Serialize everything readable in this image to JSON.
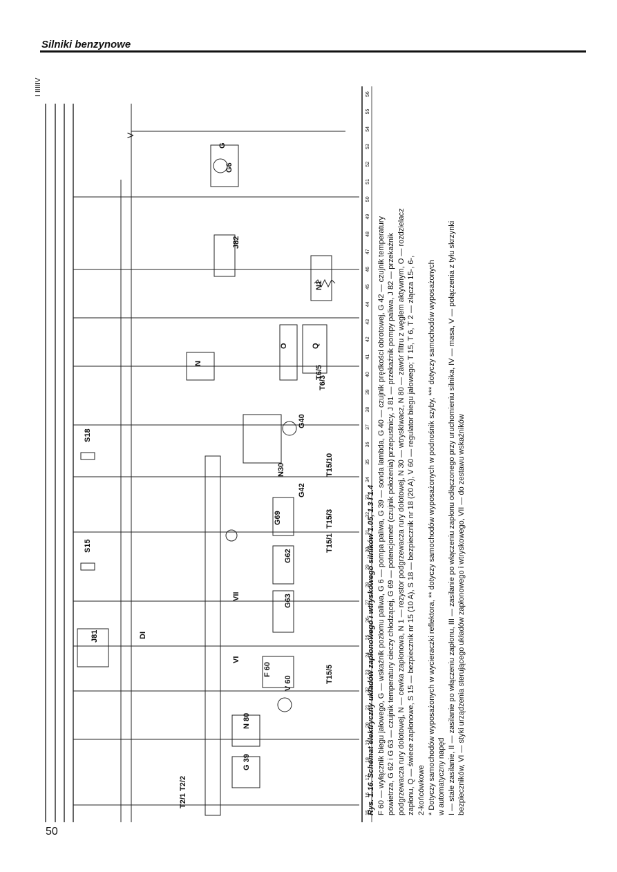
{
  "header": {
    "title": "Silniki benzynowe"
  },
  "page": {
    "number": "50"
  },
  "diagram": {
    "wire_labels": [
      "I",
      "II",
      "III",
      "IV"
    ],
    "mass_label": "V",
    "bottom_numbers": [
      "15",
      "16",
      "17",
      "18",
      "19",
      "20",
      "21",
      "22",
      "23",
      "24",
      "25",
      "26",
      "27",
      "28",
      "29",
      "30",
      "31",
      "32",
      "33",
      "34",
      "35",
      "36",
      "37",
      "38",
      "39",
      "40",
      "41",
      "42",
      "43",
      "44",
      "45",
      "46",
      "47",
      "48",
      "49",
      "50",
      "51",
      "52",
      "53",
      "54",
      "55",
      "56"
    ],
    "components": [
      {
        "key": "t2",
        "label": "T2/1 T2/2"
      },
      {
        "key": "g39",
        "label": "G 39"
      },
      {
        "key": "n80",
        "label": "N 80"
      },
      {
        "key": "j81",
        "label": "J81"
      },
      {
        "key": "di",
        "label": "DI"
      },
      {
        "key": "vi",
        "label": "VI"
      },
      {
        "key": "f60",
        "label": "F 60"
      },
      {
        "key": "v60",
        "label": "V 60"
      },
      {
        "key": "g63",
        "label": "G63"
      },
      {
        "key": "g62",
        "label": "G62"
      },
      {
        "key": "vii",
        "label": "VII"
      },
      {
        "key": "s15",
        "label": "S15"
      },
      {
        "key": "s18",
        "label": "S18"
      },
      {
        "key": "g69",
        "label": "G69"
      },
      {
        "key": "g42",
        "label": "G42"
      },
      {
        "key": "n30",
        "label": "N30"
      },
      {
        "key": "g40",
        "label": "G40"
      },
      {
        "key": "n",
        "label": "N"
      },
      {
        "key": "o",
        "label": "O"
      },
      {
        "key": "q",
        "label": "Q"
      },
      {
        "key": "j82",
        "label": "J82"
      },
      {
        "key": "n1",
        "label": "N1"
      },
      {
        "key": "g6",
        "label": "G6"
      },
      {
        "key": "g",
        "label": "G"
      },
      {
        "key": "t15_1",
        "label": "T15/1"
      },
      {
        "key": "t15_3",
        "label": "T15/3"
      },
      {
        "key": "t15_10",
        "label": "T15/10"
      },
      {
        "key": "t15_5",
        "label": "T15/5"
      },
      {
        "key": "t6_3",
        "label": "T6/3"
      },
      {
        "key": "t6_5",
        "label": "T6/5"
      }
    ]
  },
  "caption": {
    "title": "Rys. 1.16. Schemat elektryczny układów zapłonowego i wtryskowego silników 1.05, 1.3 i 1.4",
    "line1": "F 60 — wyłącznik biegu jałowego, G — wskaźnik poziomu paliwa, G 6 — pompa paliwa, G 39 — sonda lambda, G 40 — czujnik prędkości obrotowej, G 42 — czujnik temperatury",
    "line2": "powietrza, G 62 i G 63 — czujnik temperatury cieczy chłodzącej, G 69 — potencjometr (czujnik położenia) przepustnicy, J 81 — przekaźnik pompy paliwa, J 82 — przekaźnik",
    "line3": "podgrzewacza rury dolotowej, N — cewka zapłonowa, N 1 — rezystor podgrzewacza rury dolotowej, N 30 — wtryskiwacz, N 80 — zawór filtru z węglem aktywnym, O — rozdzielacz",
    "line4": "zapłonu, Q — świece zapłonowe, S 15 — bezpiecznik nr 15 (10 A), S 18 — bezpiecznik nr 18 (20 A), V 60 — regulator biegu jałowego; T 15, T 6, T 2 — złącza 15-, 6-,",
    "line5": "2-końcówkowe",
    "line6": "* Dotyczy samochodów wyposażonych w wycieraczki reflektora, ** dotyczy samochodów wyposażonych w podnośnik szyby, *** dotyczy samochodów wyposażonych",
    "line7": "w automatyczny napęd",
    "line8": "I — stałe zasilanie, II — zasilanie po włączeniu zapłonu, III — zasilanie po włączeniu zapłonu odłączonego przy uruchomieniu silnika, IV — masa, V — połączenia z tyłu skrzynki",
    "line9": "bezpieczników, VI — styki urządzenia sterującego układów zapłonowego i wtryskowego, VII — do zestawu wskaźników"
  }
}
